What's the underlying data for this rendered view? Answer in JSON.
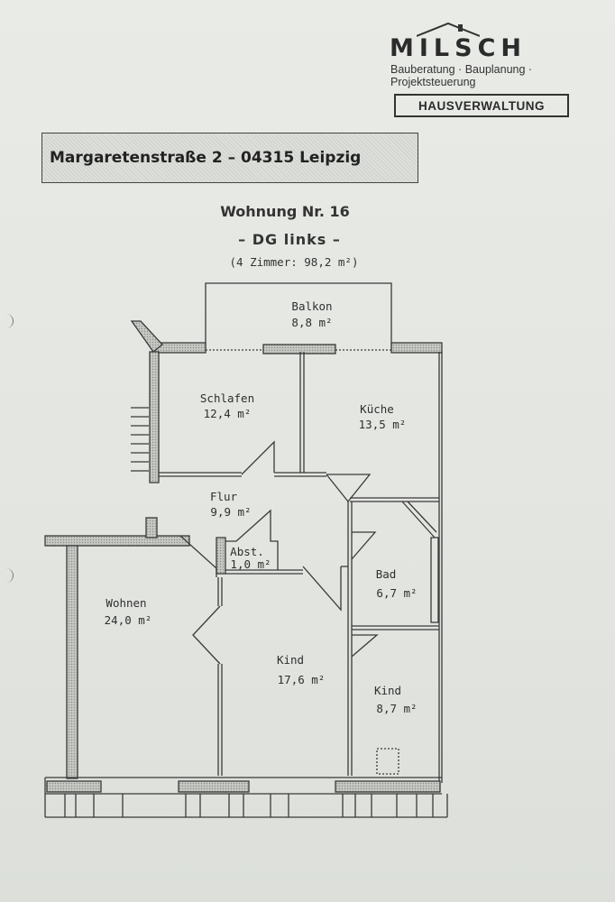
{
  "logo": {
    "name": "MILSCH",
    "tagline": "Bauberatung · Bauplanung · Projektsteuerung"
  },
  "department": "HAUSVERWALTUNG",
  "address": "Margaretenstraße 2 – 04315 Leipzig",
  "apartment": {
    "number_label": "Wohnung Nr. 16",
    "floor_label": "– DG links –",
    "summary": "(4 Zimmer: 98,2 m²)"
  },
  "rooms": [
    {
      "id": "balkon",
      "name": "Balkon",
      "area": "8,8 m²"
    },
    {
      "id": "schlafen",
      "name": "Schlafen",
      "area": "12,4 m²"
    },
    {
      "id": "kueche",
      "name": "Küche",
      "area": "13,5 m²"
    },
    {
      "id": "flur",
      "name": "Flur",
      "area": "9,9 m²"
    },
    {
      "id": "abst",
      "name": "Abst.",
      "area": "1,0 m²"
    },
    {
      "id": "bad",
      "name": "Bad",
      "area": "6,7 m²"
    },
    {
      "id": "wohnen",
      "name": "Wohnen",
      "area": "24,0 m²"
    },
    {
      "id": "kind1",
      "name": "Kind",
      "area": "17,6 m²"
    },
    {
      "id": "kind2",
      "name": "Kind",
      "area": "8,7 m²"
    }
  ]
}
